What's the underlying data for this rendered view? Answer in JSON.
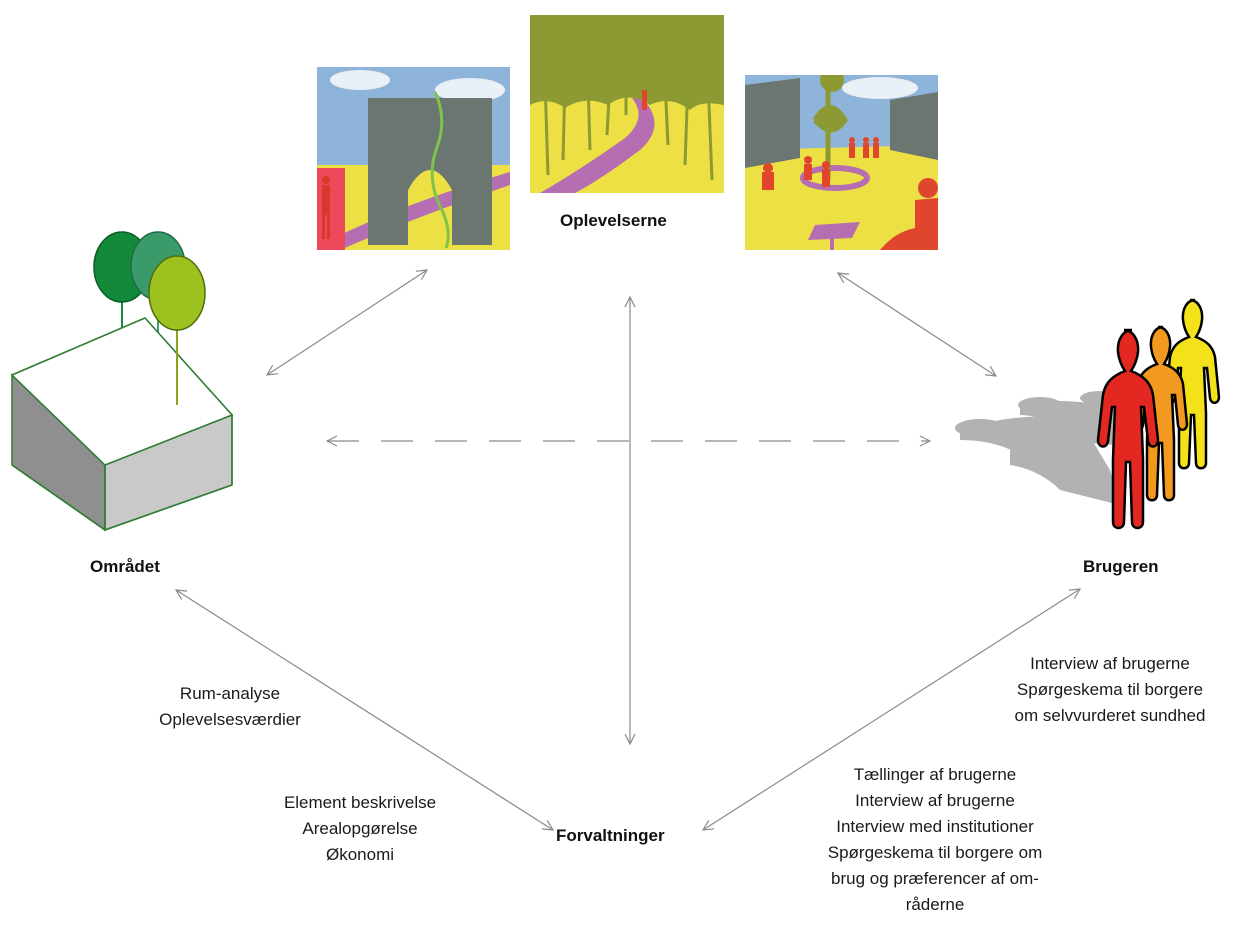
{
  "nodes": {
    "experiences": "Oplevelserne",
    "area": "Området",
    "users": "Brugeren",
    "administrations": "Forvaltninger"
  },
  "notes": {
    "area_analysis": [
      "Rum-analyse",
      "Oplevelsesværdier"
    ],
    "area_management": [
      "Element beskrivelse",
      "Arealopgørelse",
      "Økonomi"
    ],
    "user_experience": [
      "Interview af brugerne",
      "Spørgeskema til borgere",
      "om selvvurderet sundhed"
    ],
    "user_management": [
      "Tællinger af brugerne",
      "Interview af brugerne",
      "Interview med institutioner",
      "Spørgeskema til borgere om",
      "brug og præferencer af om-",
      "råderne"
    ]
  },
  "colors": {
    "arrow": "#8a8a8a",
    "sky": "#8fb4d9",
    "ground": "#ece045",
    "path": "#b56eb1",
    "wall": "#6b7671",
    "canopy": "#8d9a33",
    "figure": "#e0462e",
    "box_top": "#ffffff",
    "box_front": "#c9c9c9",
    "box_side": "#8f8f8f",
    "box_edge": "#2e7d32",
    "tree_dark": "#128a3a",
    "tree_mid": "#3b9a6a",
    "tree_light": "#9dc21f",
    "person_red": "#e22820",
    "person_orange": "#f29a1f",
    "person_yellow": "#f3e21a",
    "shadow": "#aaaaaa"
  }
}
